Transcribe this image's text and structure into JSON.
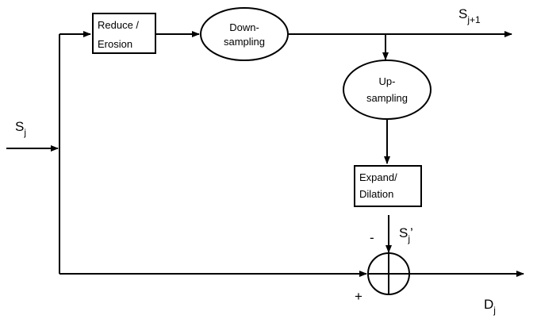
{
  "blocks": {
    "reduce": {
      "line1": "Reduce /",
      "line2": "Erosion"
    },
    "downsampling": {
      "line1": "Down-",
      "line2": "sampling"
    },
    "upsampling": {
      "line1": "Up-",
      "line2": "sampling"
    },
    "expand": {
      "line1": "Expand/",
      "line2": "Dilation"
    }
  },
  "signals": {
    "input": {
      "base": "S",
      "sub": "j"
    },
    "next": {
      "base": "S",
      "sub": "j+1"
    },
    "recon": {
      "base": "S",
      "sub": "j",
      "suffix": "’"
    },
    "detail": {
      "base": "D",
      "sub": "j"
    }
  },
  "signs": {
    "minus": "-",
    "plus": "+"
  }
}
